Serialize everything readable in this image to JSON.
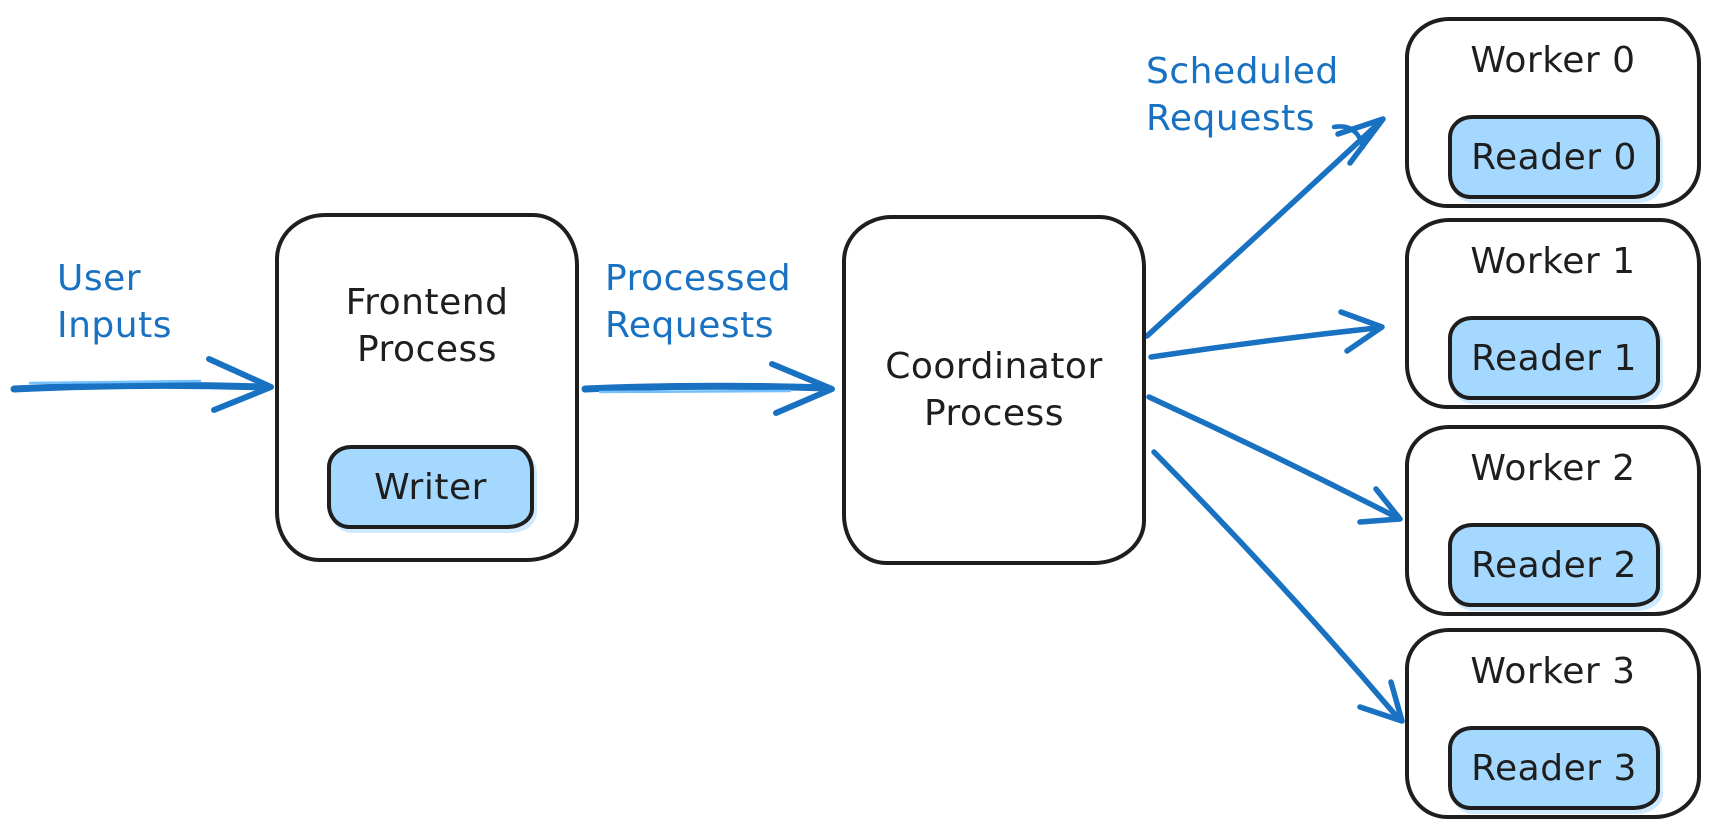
{
  "diagram": {
    "type": "architecture-flow",
    "style": "hand-drawn (excalidraw-like)",
    "colors": {
      "background": "#ffffff",
      "stroke": "#1e1e1e",
      "accent_blue": "#1971c2",
      "accent_blue_light": "#74c0fc",
      "subnode_fill": "#a5d8ff"
    },
    "labels": {
      "user_inputs": "User\nInputs",
      "processed_requests": "Processed\nRequests",
      "scheduled_requests": "Scheduled\nRequests"
    },
    "nodes": {
      "frontend": {
        "title": "Frontend\nProcess",
        "child": "Writer"
      },
      "coordinator": {
        "title": "Coordinator\nProcess"
      },
      "workers": [
        {
          "label": "Worker 0",
          "reader": "Reader 0"
        },
        {
          "label": "Worker 1",
          "reader": "Reader 1"
        },
        {
          "label": "Worker 2",
          "reader": "Reader 2"
        },
        {
          "label": "Worker 3",
          "reader": "Reader 3"
        }
      ]
    }
  }
}
